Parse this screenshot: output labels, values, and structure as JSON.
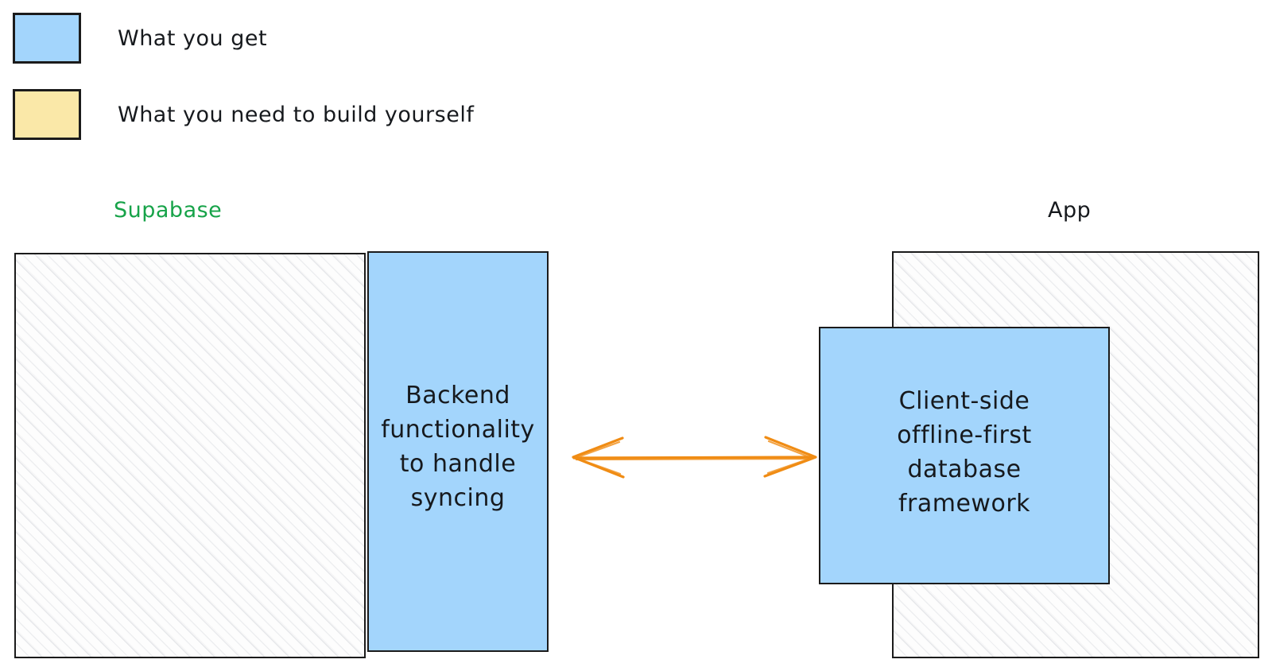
{
  "legend": {
    "items": [
      {
        "swatch": "blue",
        "color": "#a3d5fc",
        "label": "What you get"
      },
      {
        "swatch": "yellow",
        "color": "#fae8a8",
        "label": "What you need to build yourself"
      }
    ]
  },
  "groups": {
    "left": {
      "label": "Supabase",
      "color": "#17a349"
    },
    "right": {
      "label": "App",
      "color": "#16191d"
    }
  },
  "boxes": {
    "supabase_platform": {
      "fill": "hatched",
      "label": ""
    },
    "backend_sync": {
      "fill": "#a3d5fc",
      "label": "Backend\nfunctionality\nto handle\nsyncing"
    },
    "app_shell": {
      "fill": "hatched",
      "label": ""
    },
    "client_db": {
      "fill": "#a3d5fc",
      "label": "Client-side\noffline-first\ndatabase\nframework"
    }
  },
  "connector": {
    "kind": "double-headed-arrow",
    "color": "#f08c14",
    "from": "backend_sync",
    "to": "client_db",
    "label": ""
  },
  "colors": {
    "blue_fill": "#a3d5fc",
    "yellow_fill": "#fae8a8",
    "stroke": "#1b1b1b",
    "accent_orange": "#f08c14",
    "supabase_green": "#17a349",
    "background": "#ffffff"
  }
}
